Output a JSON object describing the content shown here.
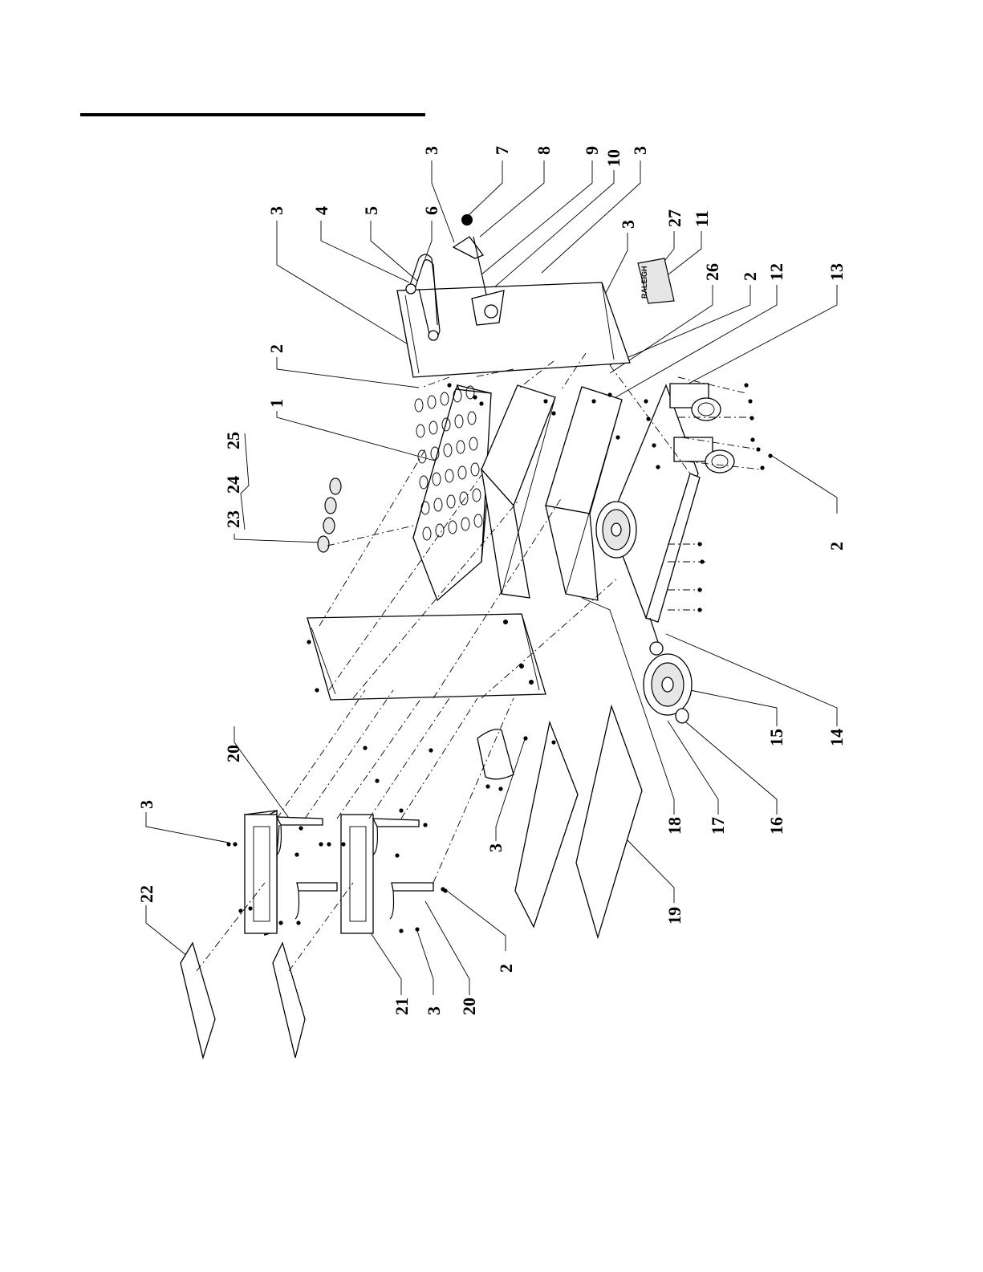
{
  "diagram": {
    "type": "exploded parts diagram (rotated 90°)",
    "callouts": [
      "1",
      "2",
      "3",
      "4",
      "5",
      "6",
      "7",
      "8",
      "9",
      "10",
      "11",
      "12",
      "13",
      "14",
      "15",
      "16",
      "17",
      "18",
      "19",
      "20",
      "21",
      "22",
      "23",
      "24",
      "25",
      "26",
      "27"
    ],
    "callout_instances": [
      "3",
      "4",
      "5",
      "6",
      "3",
      "7",
      "8",
      "9",
      "10",
      "3",
      "3",
      "27",
      "11",
      "26",
      "2",
      "12",
      "13",
      "2",
      "1",
      "25",
      "24",
      "23",
      "2",
      "14",
      "15",
      "16",
      "17",
      "18",
      "19",
      "3",
      "20",
      "3",
      "22",
      "2",
      "20",
      "3",
      "21"
    ],
    "brand_plate_text": "RALEIGH"
  }
}
